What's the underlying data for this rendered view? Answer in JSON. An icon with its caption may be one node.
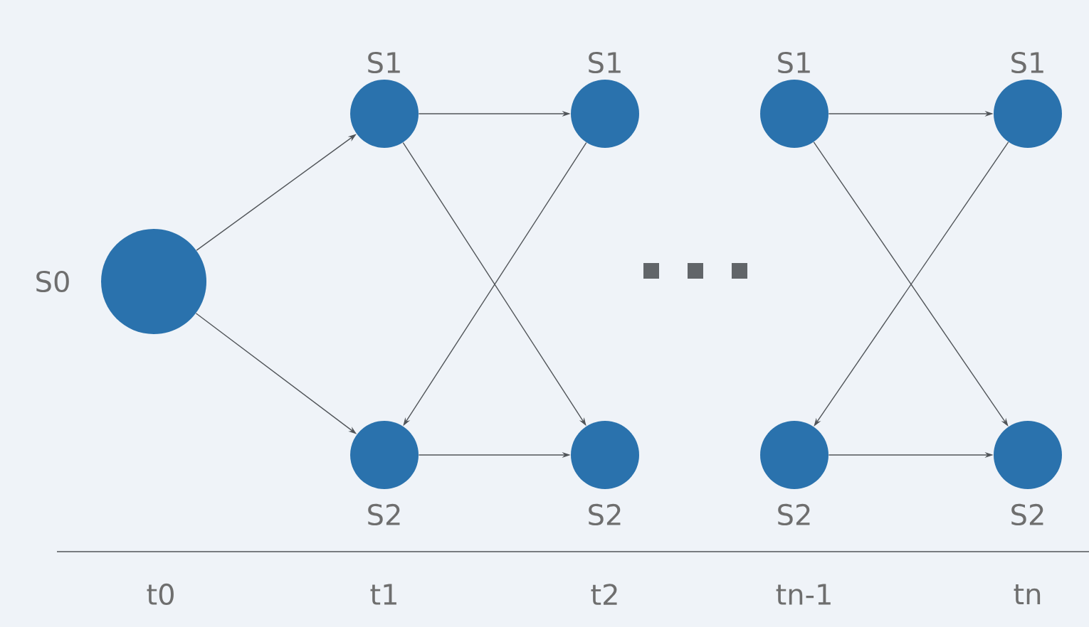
{
  "diagram": {
    "nodes": [
      {
        "text": [
          "S0"
        ]
      },
      {
        "text": [
          "S1"
        ]
      },
      {
        "text": [
          "S2"
        ]
      },
      {
        "text": [
          "S1"
        ]
      },
      {
        "text": [
          "S2"
        ]
      },
      {
        "text": [
          "S1"
        ]
      },
      {
        "text": [
          "S2"
        ]
      },
      {
        "text": [
          "S1"
        ]
      },
      {
        "text": [
          "S2"
        ]
      }
    ],
    "edges": [
      {
        "from": 0,
        "to": 1,
        "arrow": "to"
      },
      {
        "from": 0,
        "to": 2,
        "arrow": "to"
      },
      {
        "from": 1,
        "to": 3,
        "arrow": "to"
      },
      {
        "from": 1,
        "to": 4,
        "arrow": "to"
      },
      {
        "from": 3,
        "to": 2,
        "arrow": "to"
      },
      {
        "from": 2,
        "to": 4,
        "arrow": "to"
      },
      {
        "from": 5,
        "to": 7,
        "arrow": "to"
      },
      {
        "from": 5,
        "to": 8,
        "arrow": "to"
      },
      {
        "from": 7,
        "to": 6,
        "arrow": "to"
      },
      {
        "from": 6,
        "to": 8,
        "arrow": "to"
      }
    ],
    "labels": [
      "t0",
      "t1",
      "t2",
      "tn-1",
      "tn"
    ]
  }
}
